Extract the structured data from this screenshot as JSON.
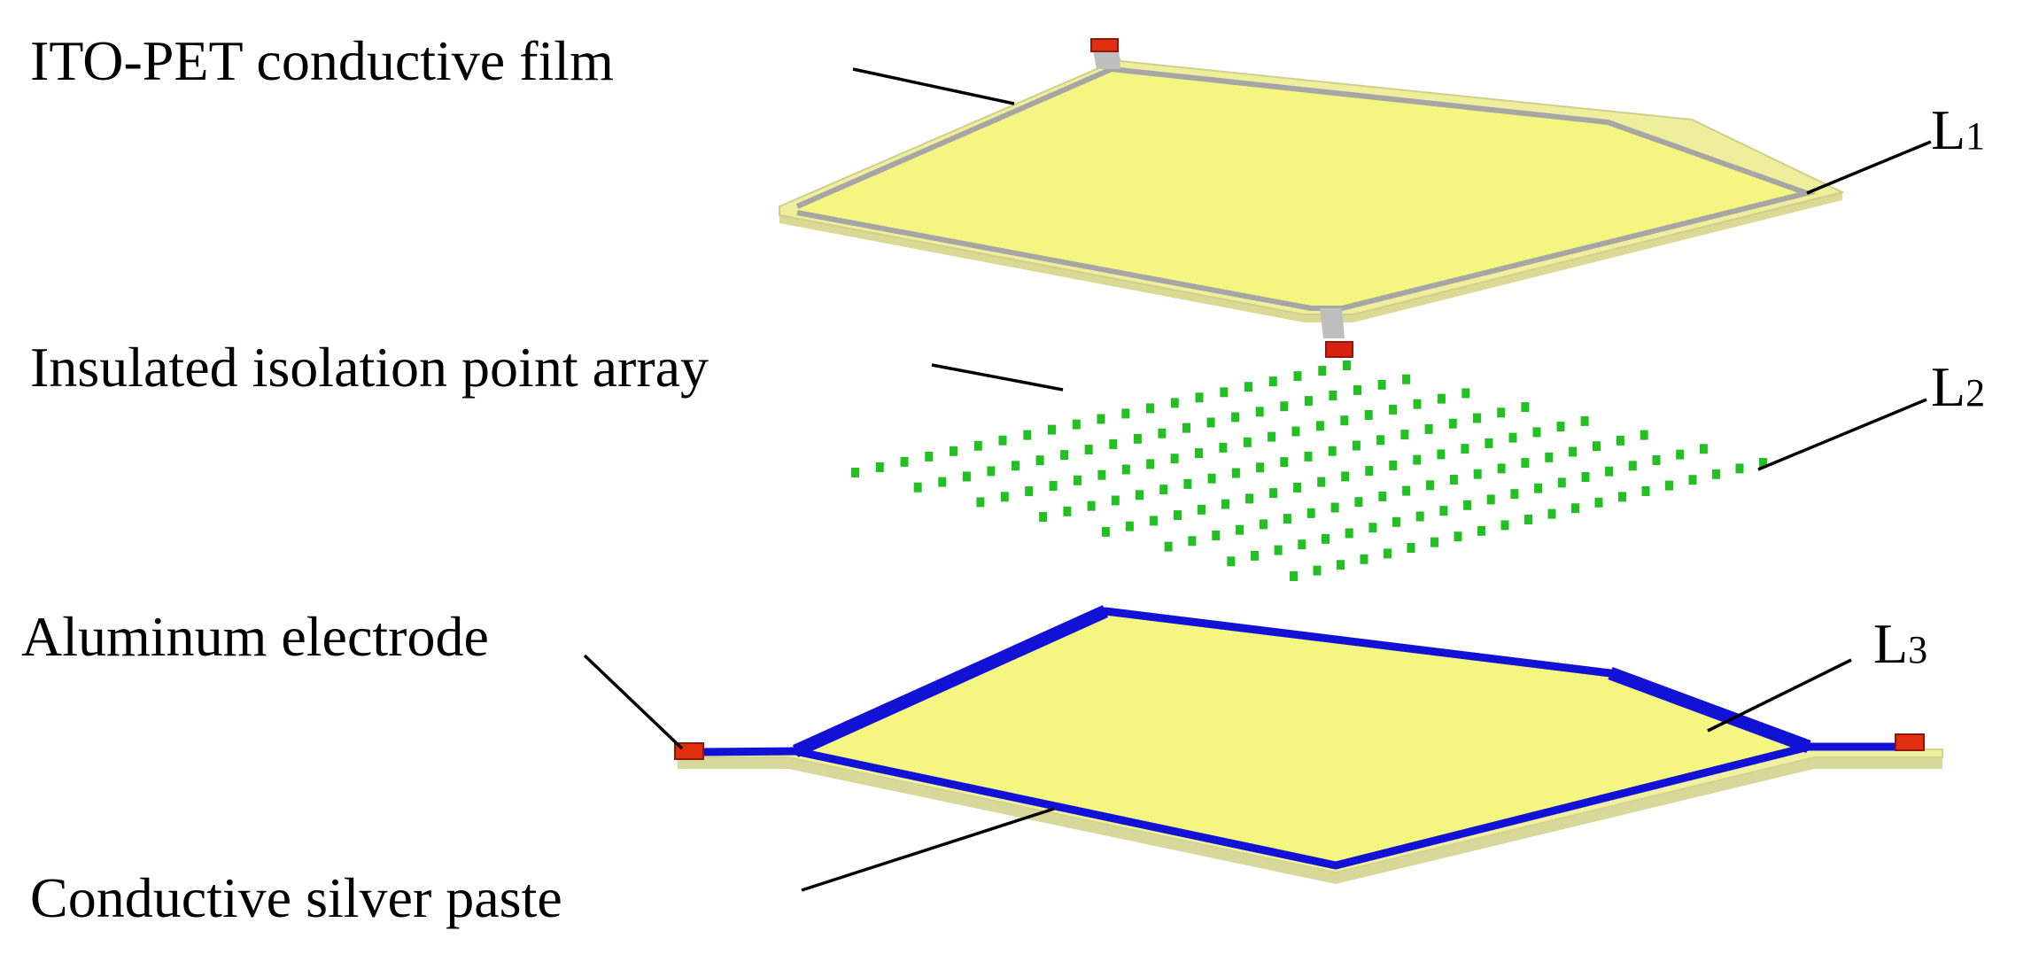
{
  "labels": {
    "ito_film": "ITO-PET conductive film",
    "isolation_array": "Insulated isolation point array",
    "aluminum_electrode": "Aluminum electrode",
    "silver_paste": "Conductive silver paste"
  },
  "layers": [
    {
      "letter": "L",
      "subscript": "1"
    },
    {
      "letter": "L",
      "subscript": "2"
    },
    {
      "letter": "L",
      "subscript": "3"
    }
  ],
  "colors": {
    "film_fill": "#F5F582",
    "film_edge": "#E6E6A0",
    "film_side": "#D8D89A",
    "silver_top": "#A8A8A8",
    "silver_bottom": "#1010D8",
    "electrode": "#E03010",
    "dots": "#22C022"
  }
}
